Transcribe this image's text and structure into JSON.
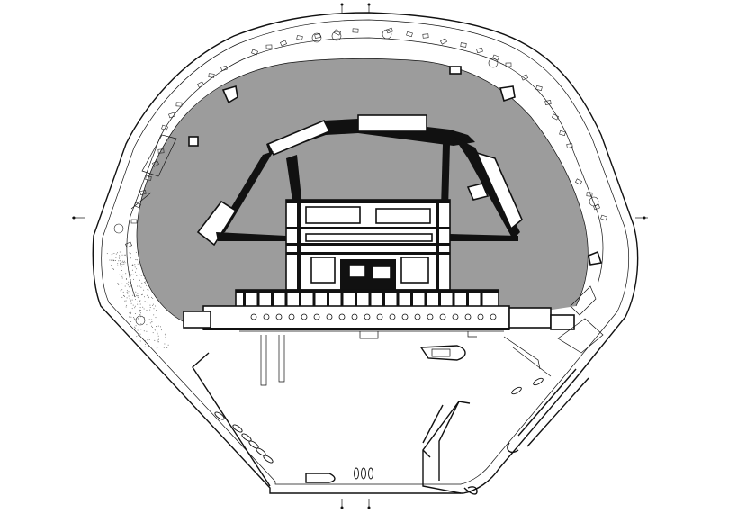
{
  "drawing": {
    "type": "architectural site plan",
    "colors": {
      "ink": "#111111",
      "water": "#9c9c9c",
      "background": "#ffffff"
    },
    "markers": {
      "north": "axis-marker",
      "south": "axis-marker",
      "east": "axis-marker",
      "west": "axis-marker"
    }
  }
}
